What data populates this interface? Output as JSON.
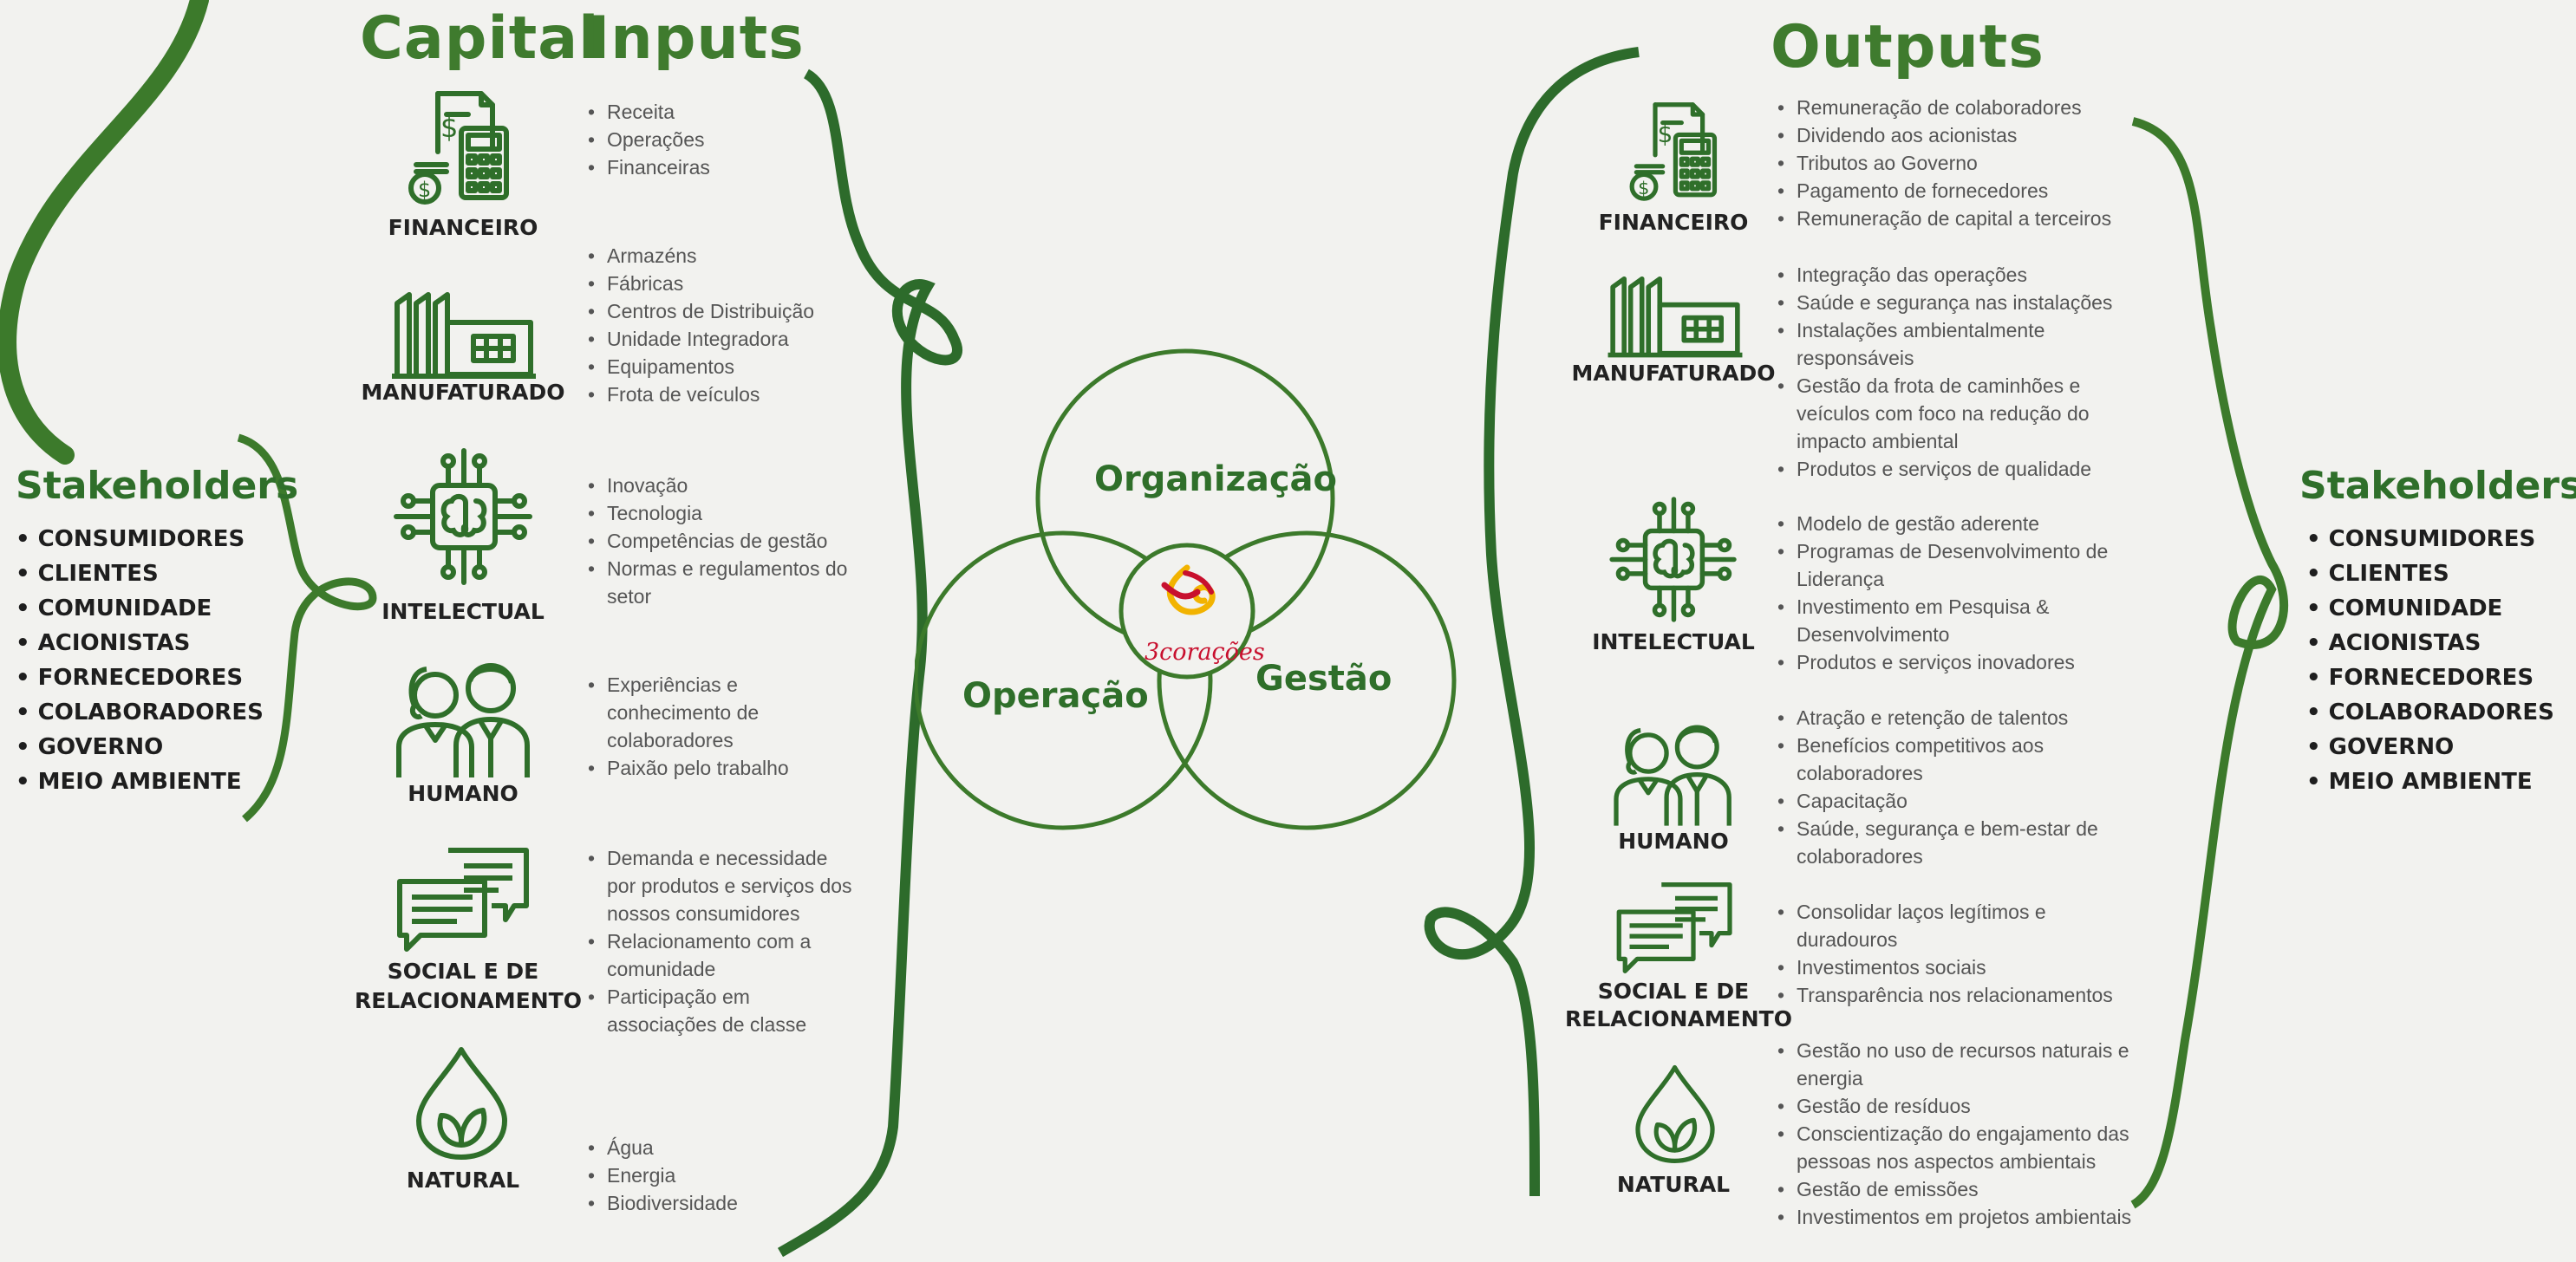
{
  "inputs": {
    "title_capital": "Capital",
    "title_inputs": "Inputs",
    "capitals": [
      {
        "label": "FINANCEIRO",
        "items": [
          "Receita",
          "Operações",
          "Financeiras"
        ]
      },
      {
        "label": "MANUFATURADO",
        "items": [
          "Armazéns",
          "Fábricas",
          "Centros de Distribuição",
          "Unidade Integradora",
          "Equipamentos",
          "Frota de veículos"
        ]
      },
      {
        "label": "INTELECTUAL",
        "items": [
          "Inovação",
          "Tecnologia",
          "Competências de gestão",
          "Normas e regulamentos do setor"
        ]
      },
      {
        "label": "HUMANO",
        "items": [
          "Experiências e conhecimento de colaboradores",
          "Paixão pelo trabalho"
        ]
      },
      {
        "label": "SOCIAL E DE RELACIONAMENTO",
        "items": [
          "Demanda e necessidade por produtos e serviços dos nossos consumidores",
          "Relacionamento com a comunidade",
          "Participação em associações de classe"
        ]
      },
      {
        "label": "NATURAL",
        "items": [
          "Água",
          "Energia",
          "Biodiversidade"
        ]
      }
    ]
  },
  "outputs": {
    "title": "Outputs",
    "capitals": [
      {
        "label": "FINANCEIRO",
        "items": [
          "Remuneração de colaboradores",
          "Dividendo aos acionistas",
          "Tributos ao Governo",
          "Pagamento de fornecedores",
          "Remuneração de capital a terceiros"
        ]
      },
      {
        "label": "MANUFATURADO",
        "items": [
          "Integração das operações",
          "Saúde e segurança nas instalações",
          "Instalações ambientalmente responsáveis",
          "Gestão da frota de caminhões e veículos com foco na redução do impacto ambiental",
          "Produtos e serviços de qualidade"
        ]
      },
      {
        "label": "INTELECTUAL",
        "items": [
          "Modelo de gestão aderente",
          "Programas de Desenvolvimento de Liderança",
          "Investimento em Pesquisa & Desenvolvimento",
          "Produtos e serviços inovadores"
        ]
      },
      {
        "label": "HUMANO",
        "items": [
          "Atração e retenção de talentos",
          "Benefícios competitivos aos colaboradores",
          "Capacitação",
          "Saúde, segurança e bem-estar de colaboradores"
        ]
      },
      {
        "label": "SOCIAL E DE RELACIONAMENTO",
        "items": [
          "Consolidar laços legítimos e duradouros",
          "Investimentos sociais",
          "Transparência nos relacionamentos"
        ]
      },
      {
        "label": "NATURAL",
        "items": [
          "Gestão no uso de recursos naturais e energia",
          "Gestão de resíduos",
          "Conscientização do engajamento das pessoas nos aspectos ambientais",
          "Gestão de emissões",
          "Investimentos em projetos ambientais"
        ]
      }
    ]
  },
  "stakeholders": {
    "title": "Stakeholders",
    "items": [
      "CONSUMIDORES",
      "CLIENTES",
      "COMUNIDADE",
      "ACIONISTAS",
      "FORNECEDORES",
      "COLABORADORES",
      "GOVERNO",
      "MEIO AMBIENTE"
    ]
  },
  "venn": {
    "top": "Organização",
    "left": "Operação",
    "right": "Gestão",
    "brand": "3corações"
  },
  "colors": {
    "green_dark": "#2f6f2a",
    "green_light": "#4a8a2e",
    "brand_red": "#c8102e",
    "brand_yellow": "#f2b300"
  },
  "icons": [
    "calculator-money-icon",
    "factory-icon",
    "brain-chip-icon",
    "people-icon",
    "chat-bubbles-icon",
    "water-drop-leaf-icon"
  ]
}
